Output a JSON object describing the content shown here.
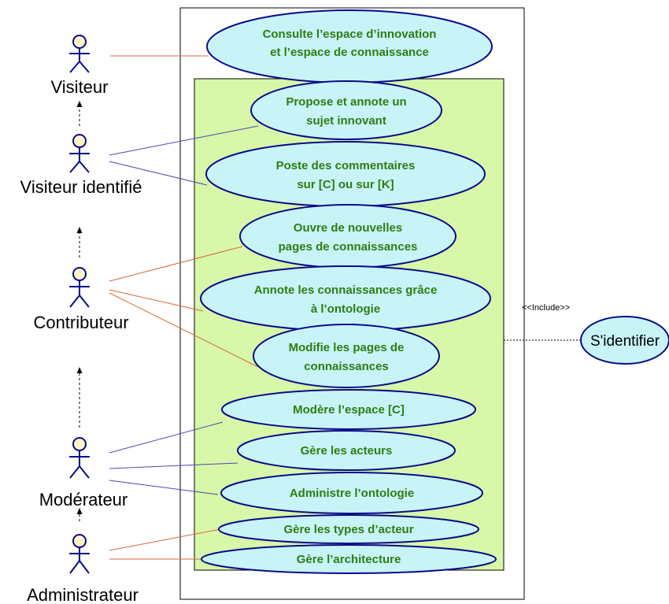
{
  "colors": {
    "usecase_fill": "#c8f4f7",
    "usecase_stroke": "#0a0a8c",
    "usecase_text": "#2e7d12",
    "inner_package_fill": "#d8f7a8",
    "actor_head_fill": "#fbf6c4",
    "actor_stroke": "#0a0a8c",
    "assoc_red": "#d9693f",
    "assoc_blue": "#4b4bb0"
  },
  "actors": [
    {
      "id": "visiteur",
      "name": "Visiteur"
    },
    {
      "id": "visiteur-identifie",
      "name": "Visiteur identifié"
    },
    {
      "id": "contributeur",
      "name": "Contributeur"
    },
    {
      "id": "moderateur",
      "name": "Modérateur"
    },
    {
      "id": "administrateur",
      "name": "Administrateur"
    }
  ],
  "use_cases": [
    {
      "id": "uc-consulte",
      "lines": [
        "Consulte l’espace d’innovation",
        "et l’espace de connaissance"
      ]
    },
    {
      "id": "uc-propose",
      "lines": [
        "Propose et annote un",
        "sujet innovant"
      ]
    },
    {
      "id": "uc-poste",
      "lines": [
        "Poste des commentaires",
        "sur [C] ou sur [K]"
      ]
    },
    {
      "id": "uc-ouvre",
      "lines": [
        "Ouvre de nouvelles",
        "pages de connaissances"
      ]
    },
    {
      "id": "uc-annote",
      "lines": [
        "Annote les connaissances grâce",
        "à l’ontologie"
      ]
    },
    {
      "id": "uc-modifie",
      "lines": [
        "Modifie les pages de",
        "connaissances"
      ]
    },
    {
      "id": "uc-modere",
      "lines": [
        "Modère l’espace [C]"
      ]
    },
    {
      "id": "uc-gere-acteurs",
      "lines": [
        "Gère les acteurs"
      ]
    },
    {
      "id": "uc-administre",
      "lines": [
        "Administre  l’ontologie"
      ]
    },
    {
      "id": "uc-gere-types",
      "lines": [
        "Gère les types d’acteur"
      ]
    },
    {
      "id": "uc-gere-archi",
      "lines": [
        "Gère l’architecture"
      ]
    }
  ],
  "external_use_case": {
    "id": "uc-sidentifier",
    "label": "S'identifier"
  },
  "include_label": "<<Include>>"
}
